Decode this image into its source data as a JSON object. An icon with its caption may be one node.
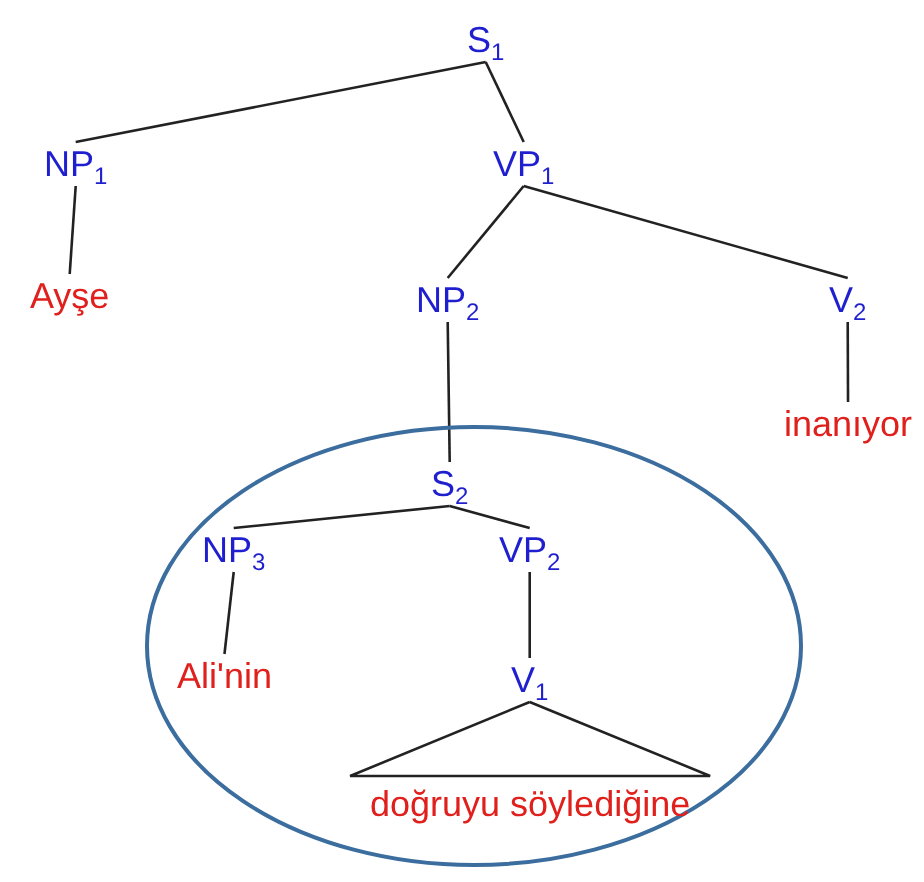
{
  "diagram": {
    "nodes": [
      {
        "text": [
          "S$_{1}$"
        ]
      },
      {
        "text": [
          "NP$_{1}$"
        ]
      },
      {
        "text": [
          "VP$_{1}$"
        ]
      },
      {
        "text": [
          "Ayşe"
        ]
      },
      {
        "text": [
          "NP$_{2}$"
        ]
      },
      {
        "text": [
          "V$_{2}$"
        ]
      },
      {
        "text": [
          "inanıyor"
        ]
      },
      {
        "text": [],
        "shape": "ellipse"
      },
      {
        "text": [
          "S$_{2}$"
        ],
        "in": 7
      },
      {
        "text": [
          "NP$_{3}$"
        ],
        "in": 7
      },
      {
        "text": [
          "VP$_{2}$"
        ],
        "in": 7
      },
      {
        "text": [
          "Ali'nin"
        ],
        "in": 7
      },
      {
        "text": [
          "V$_{1}$"
        ],
        "in": 7
      },
      {
        "text": [
          "doğruyu söylediğine"
        ],
        "in": 7
      }
    ],
    "edges": [
      {
        "from": 0,
        "to": 1,
        "arrow": "none"
      },
      {
        "from": 0,
        "to": 2,
        "arrow": "none"
      },
      {
        "from": 1,
        "to": 3,
        "arrow": "none"
      },
      {
        "from": 2,
        "to": 4,
        "arrow": "none"
      },
      {
        "from": 2,
        "to": 5,
        "arrow": "none"
      },
      {
        "from": 5,
        "to": 6,
        "arrow": "none"
      },
      {
        "from": 4,
        "to": 8,
        "arrow": "none"
      },
      {
        "from": 8,
        "to": 9,
        "arrow": "none"
      },
      {
        "from": 8,
        "to": 10,
        "arrow": "none"
      },
      {
        "from": 9,
        "to": 11,
        "arrow": "none"
      },
      {
        "from": 10,
        "to": 12,
        "arrow": "none"
      },
      {
        "from": 12,
        "to": 13,
        "arrow": "none"
      }
    ]
  }
}
